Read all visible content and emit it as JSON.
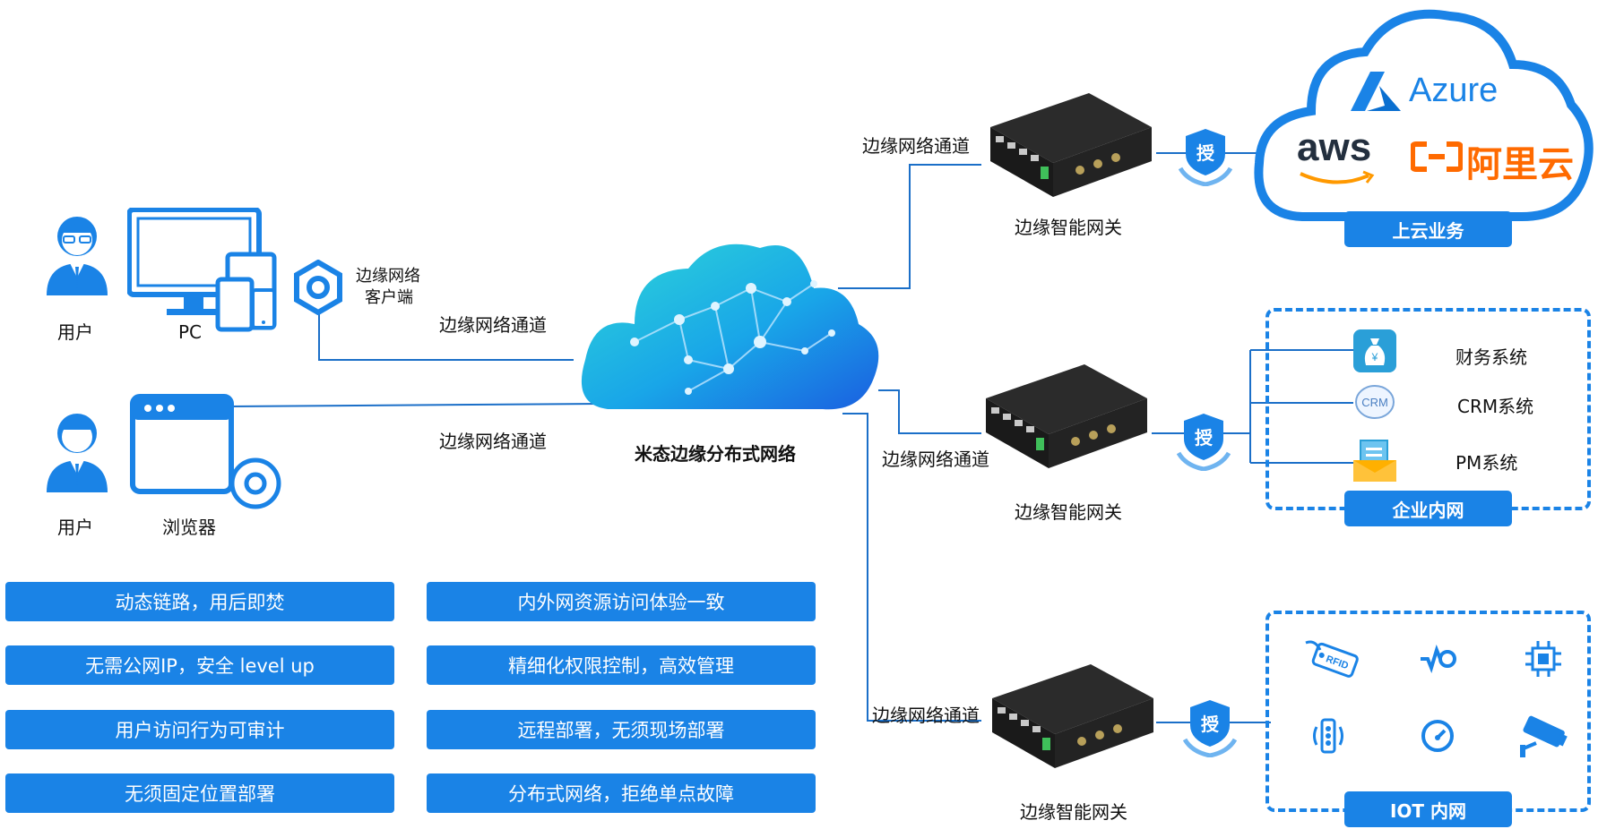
{
  "left": {
    "user1_label": "用户",
    "pc_label": "PC",
    "client_label_line1": "边缘网络",
    "client_label_line2": "客户端",
    "user2_label": "用户",
    "browser_label": "浏览器"
  },
  "channels": {
    "left_top": "边缘网络通道",
    "left_bottom": "边缘网络通道",
    "right_top": "边缘网络通道",
    "right_mid": "边缘网络通道",
    "right_bottom": "边缘网络通道"
  },
  "cloud_center_label": "米态边缘分布式网络",
  "gateways": [
    {
      "label": "边缘智能网关",
      "auth_badge": "授"
    },
    {
      "label": "边缘智能网关",
      "auth_badge": "授"
    },
    {
      "label": "边缘智能网关",
      "auth_badge": "授"
    }
  ],
  "cloud_services": {
    "azure": "Azure",
    "aws": "aws",
    "aliyun": "阿里云",
    "tag": "上云业务"
  },
  "enterprise": {
    "items": [
      "财务系统",
      "CRM系统",
      "PM系统"
    ],
    "crm_icon_text": "CRM",
    "tag": "企业内网"
  },
  "iot": {
    "rfid_text": "RFID",
    "tag": "IOT 内网"
  },
  "features": [
    "动态链路，用后即焚",
    "内外网资源访问体验一致",
    "无需公网IP，安全 level up",
    "精细化权限控制，高效管理",
    "用户访问行为可审计",
    "远程部署，无须现场部署",
    "无须固定位置部署",
    "分布式网络，拒绝单点故障"
  ],
  "colors": {
    "accent": "#1a83e6",
    "orange": "#ff6a00",
    "aws_orange": "#ff9900"
  }
}
